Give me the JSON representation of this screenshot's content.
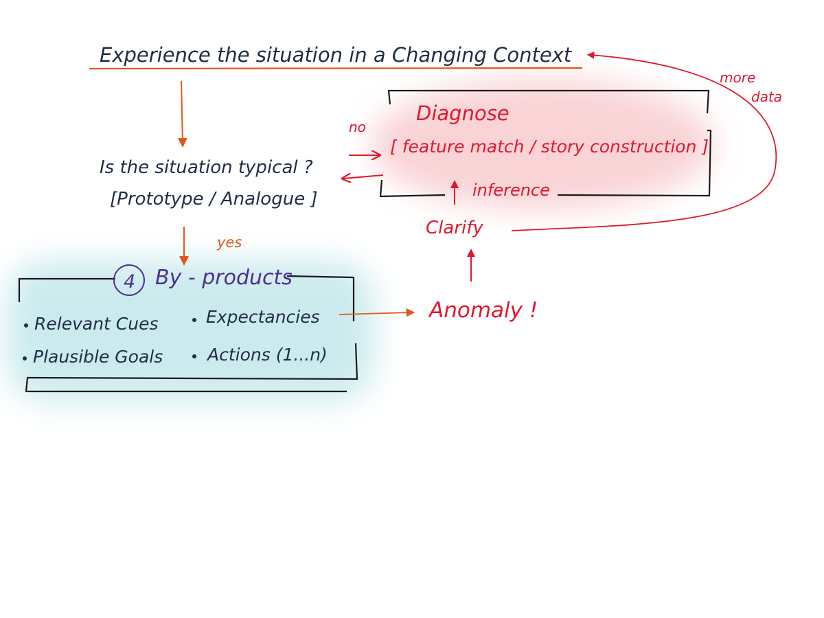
{
  "title": "Experience the situation in a Changing Context",
  "question": {
    "line1": "Is the situation typical ?",
    "line2": "[Prototype / Analogue ]"
  },
  "labels": {
    "no": "no",
    "yes": "yes",
    "more_data": [
      "more",
      "data"
    ],
    "inference": "inference",
    "clarify": "Clarify",
    "anomaly": "Anomaly !"
  },
  "diagnose": {
    "title": "Diagnose",
    "subtitle": "[ feature match / story construction ]"
  },
  "byproducts": {
    "number": "4",
    "title": "By - products",
    "items": [
      "Relevant Cues",
      "Expectancies",
      "Plausible Goals",
      "Actions (1...n)"
    ]
  },
  "colors": {
    "navy": "#1f2d45",
    "red": "#e0182d",
    "orange": "#e2571d",
    "purple": "#4f2f8f",
    "pink_highlight": "#f7c5c8",
    "teal_highlight": "#bfe6ea"
  }
}
